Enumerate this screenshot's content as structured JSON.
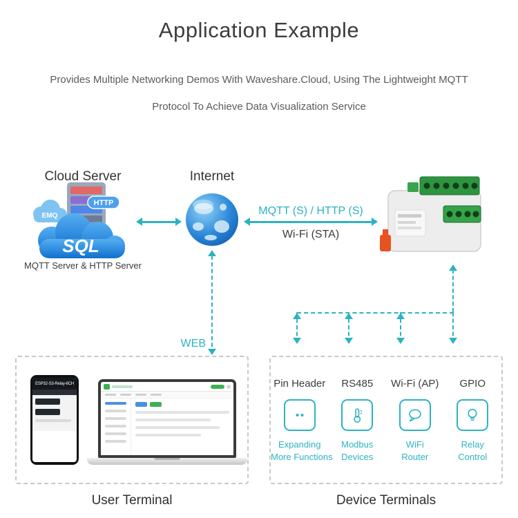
{
  "page": {
    "title": "Application Example",
    "subtitle_line1": "Provides Multiple Networking Demos With Waveshare.Cloud, Using The Lightweight MQTT",
    "subtitle_line2": "Protocol To Achieve Data Visualization Service"
  },
  "cloud_server": {
    "label": "Cloud Server",
    "caption": "MQTT Server & HTTP Server",
    "emq_label": "EMQ",
    "http_label": "HTTP",
    "sql_label": "SQL"
  },
  "internet": {
    "label": "Internet"
  },
  "links": {
    "protocol_label": "MQTT (S) / HTTP (S)",
    "wifi_label": "Wi-Fi (STA)",
    "web_label": "WEB"
  },
  "user_terminal": {
    "label": "User Terminal",
    "phone_title": "ESP32-S3-Relay-6CH"
  },
  "device_terminals": {
    "label": "Device Terminals",
    "items": [
      {
        "title": "Pin Header",
        "caption_line1": "Expanding",
        "caption_line2": "More Functions",
        "icon": "pin-header-icon"
      },
      {
        "title": "RS485",
        "caption_line1": "Modbus",
        "caption_line2": "Devices",
        "icon": "thermometer-icon"
      },
      {
        "title": "Wi-Fi (AP)",
        "caption_line1": "WiFi",
        "caption_line2": "Router",
        "icon": "chat-bubble-icon"
      },
      {
        "title": "GPIO",
        "caption_line1": "Relay",
        "caption_line2": "Control",
        "icon": "bulb-icon"
      }
    ]
  },
  "colors": {
    "accent": "#2bb3c2",
    "title_text": "#3d3d3d",
    "body_text": "#5a5a5a",
    "cloud_blue": "#1d7fd6",
    "device_green": "#2e9440"
  }
}
